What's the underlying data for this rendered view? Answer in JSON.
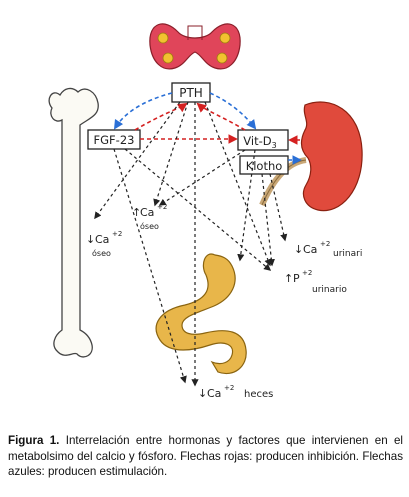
{
  "labels": {
    "pth": "PTH",
    "fgf23": "FGF-23",
    "vitd3": "Vit-D",
    "vitd3_sub": "3",
    "klotho": "Klotho",
    "ca_bone_down": "Ca",
    "ca_bone_down_sub": "óseo",
    "ca_bone_up": "Ca",
    "ca_bone_up_sub": "óseo",
    "ca_urine": "Ca",
    "ca_urine_sub": "urinari",
    "p_urine": "P",
    "p_urine_sub": "urinario",
    "ca_feces": "Ca",
    "ca_feces_sub": "heces",
    "charge": "+2"
  },
  "colors": {
    "inhibition": "#d42020",
    "stimulation": "#2a6fd6",
    "neutral": "#222222",
    "thyroid": "#e0455a",
    "parathyroid": "#f2c230",
    "kidney": "#e04a3c",
    "stomach": "#e8b64a"
  },
  "caption": {
    "label": "Figura 1.",
    "text": "Interrelación entre hormonas y factores que intervienen en el metabolsimo del calcio y fósforo. Flechas rojas: producen inhibición. Flechas azules: producen estimulación."
  }
}
